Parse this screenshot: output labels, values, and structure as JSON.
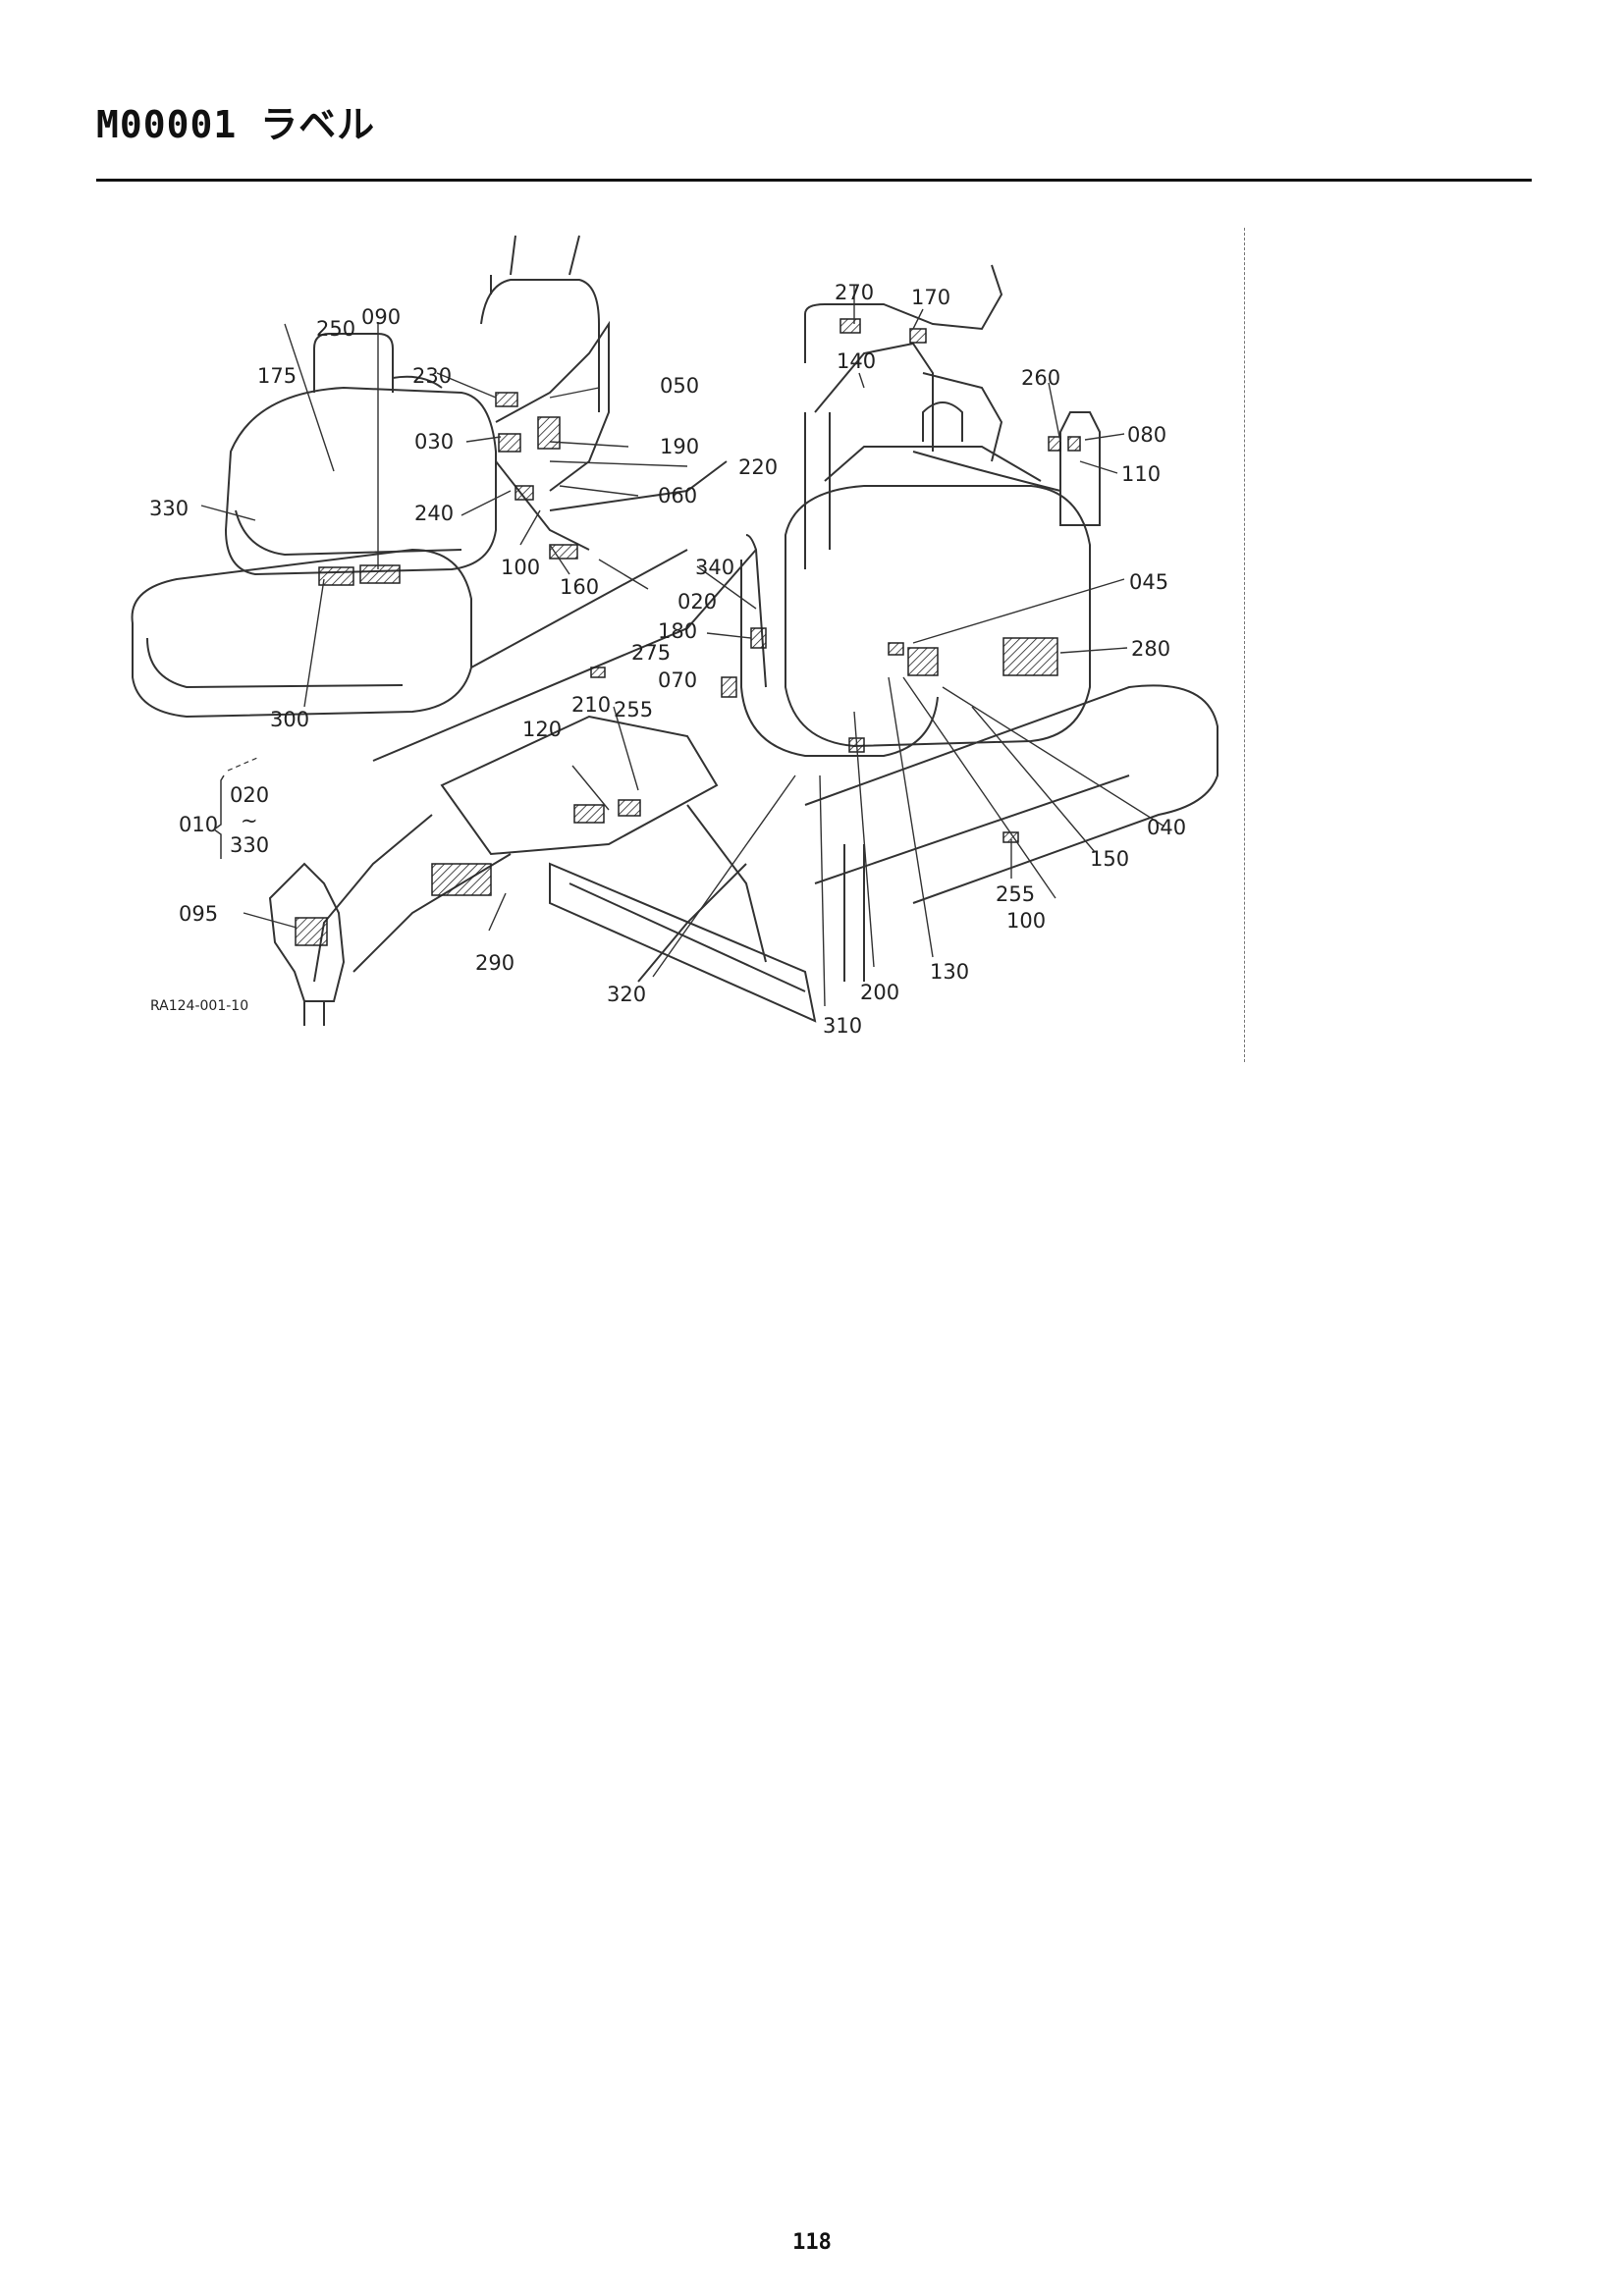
{
  "header": {
    "title": "M00001 ラベル"
  },
  "figure": {
    "ref": "RA124-001-10",
    "range_group": {
      "parent": "010",
      "from": "020",
      "tilde": "~",
      "to": "330"
    },
    "callouts": [
      "250",
      "090",
      "175",
      "230",
      "050",
      "030",
      "190",
      "220",
      "060",
      "240",
      "100",
      "160",
      "020",
      "330",
      "300",
      "270",
      "170",
      "140",
      "260",
      "080",
      "110",
      "340",
      "045",
      "180",
      "275",
      "070",
      "210",
      "255",
      "280",
      "120",
      "040",
      "150",
      "255",
      "100",
      "095",
      "290",
      "320",
      "310",
      "200",
      "130"
    ]
  },
  "footer": {
    "page_number": "118"
  }
}
